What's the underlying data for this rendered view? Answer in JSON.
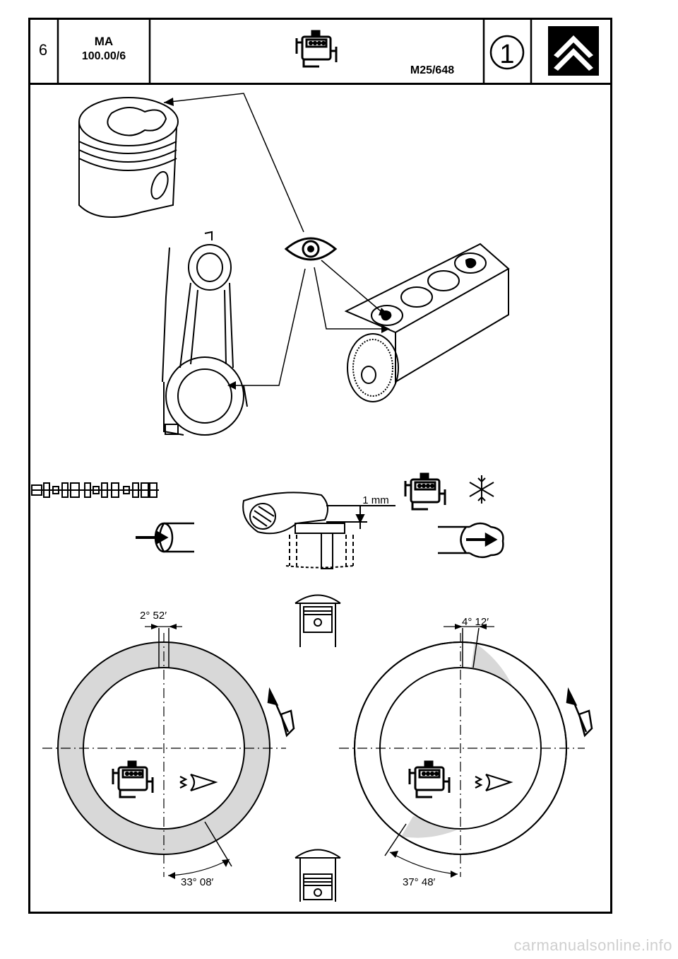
{
  "header": {
    "page_number": "6",
    "model": "MA",
    "ref": "100.00/6",
    "code": "M25/648",
    "circle_number": "1"
  },
  "labels": {
    "clearance": "1 mm",
    "angle_left_top": "2° 52′",
    "angle_right_top": "4° 12′",
    "angle_left_bottom": "33° 08′",
    "angle_right_bottom": "37° 48′"
  },
  "footer": {
    "watermark": "carmanualsonline.info"
  },
  "colors": {
    "ink": "#000000",
    "ring_shade": "#d8d8d8"
  },
  "icons": [
    "engine-icon",
    "citroen-logo-icon",
    "eye-icon",
    "piston-icon",
    "connecting-rod-icon",
    "cylinder-block-icon",
    "camshaft-icon",
    "rocker-arm-icon",
    "snowflake-icon",
    "inlet-arrow-icon",
    "exhaust-arrow-icon",
    "rotation-arrow-icon",
    "view-eye-icon",
    "piston-tdc-icon",
    "piston-bdc-icon"
  ]
}
